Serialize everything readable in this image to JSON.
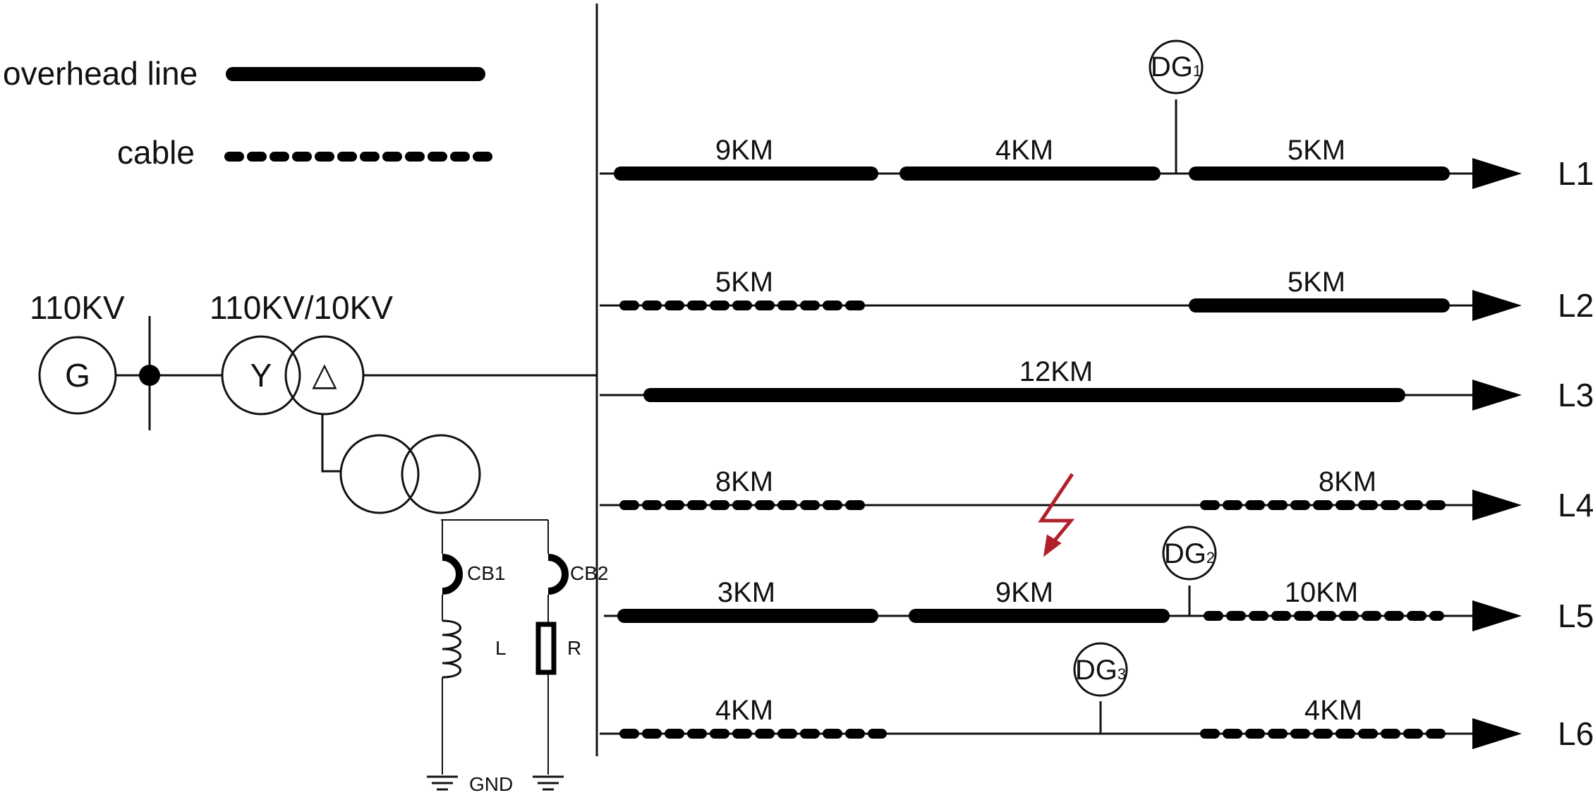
{
  "legend": {
    "overhead": "overhead line",
    "cable": "cable"
  },
  "source": {
    "voltage": "110KV",
    "generator": "G"
  },
  "transformer": {
    "rating": "110KV/10KV",
    "primary": "Y",
    "secondary": "△"
  },
  "grounding": {
    "cb1": "CB1",
    "cb2": "CB2",
    "inductor": "L",
    "resistor": "R",
    "ground": "GND"
  },
  "dg": [
    {
      "name": "DG",
      "sub": "1"
    },
    {
      "name": "DG",
      "sub": "2"
    },
    {
      "name": "DG",
      "sub": "3"
    }
  ],
  "lines": [
    {
      "name": "L1",
      "segments": [
        {
          "type": "overhead",
          "label": "9KM"
        },
        {
          "type": "overhead",
          "label": "4KM"
        },
        {
          "type": "overhead",
          "label": "5KM"
        }
      ]
    },
    {
      "name": "L2",
      "segments": [
        {
          "type": "cable",
          "label": "5KM"
        },
        {
          "type": "overhead",
          "label": "5KM"
        }
      ]
    },
    {
      "name": "L3",
      "segments": [
        {
          "type": "overhead",
          "label": "12KM"
        }
      ]
    },
    {
      "name": "L4",
      "segments": [
        {
          "type": "cable",
          "label": "8KM"
        },
        {
          "type": "cable",
          "label": "8KM"
        }
      ]
    },
    {
      "name": "L5",
      "segments": [
        {
          "type": "overhead",
          "label": "3KM"
        },
        {
          "type": "overhead",
          "label": "9KM"
        },
        {
          "type": "cable",
          "label": "10KM"
        }
      ]
    },
    {
      "name": "L6",
      "segments": [
        {
          "type": "cable",
          "label": "4KM"
        },
        {
          "type": "cable",
          "label": "4KM"
        }
      ]
    }
  ],
  "colors": {
    "fault": "#b0202a",
    "line": "#000000"
  }
}
